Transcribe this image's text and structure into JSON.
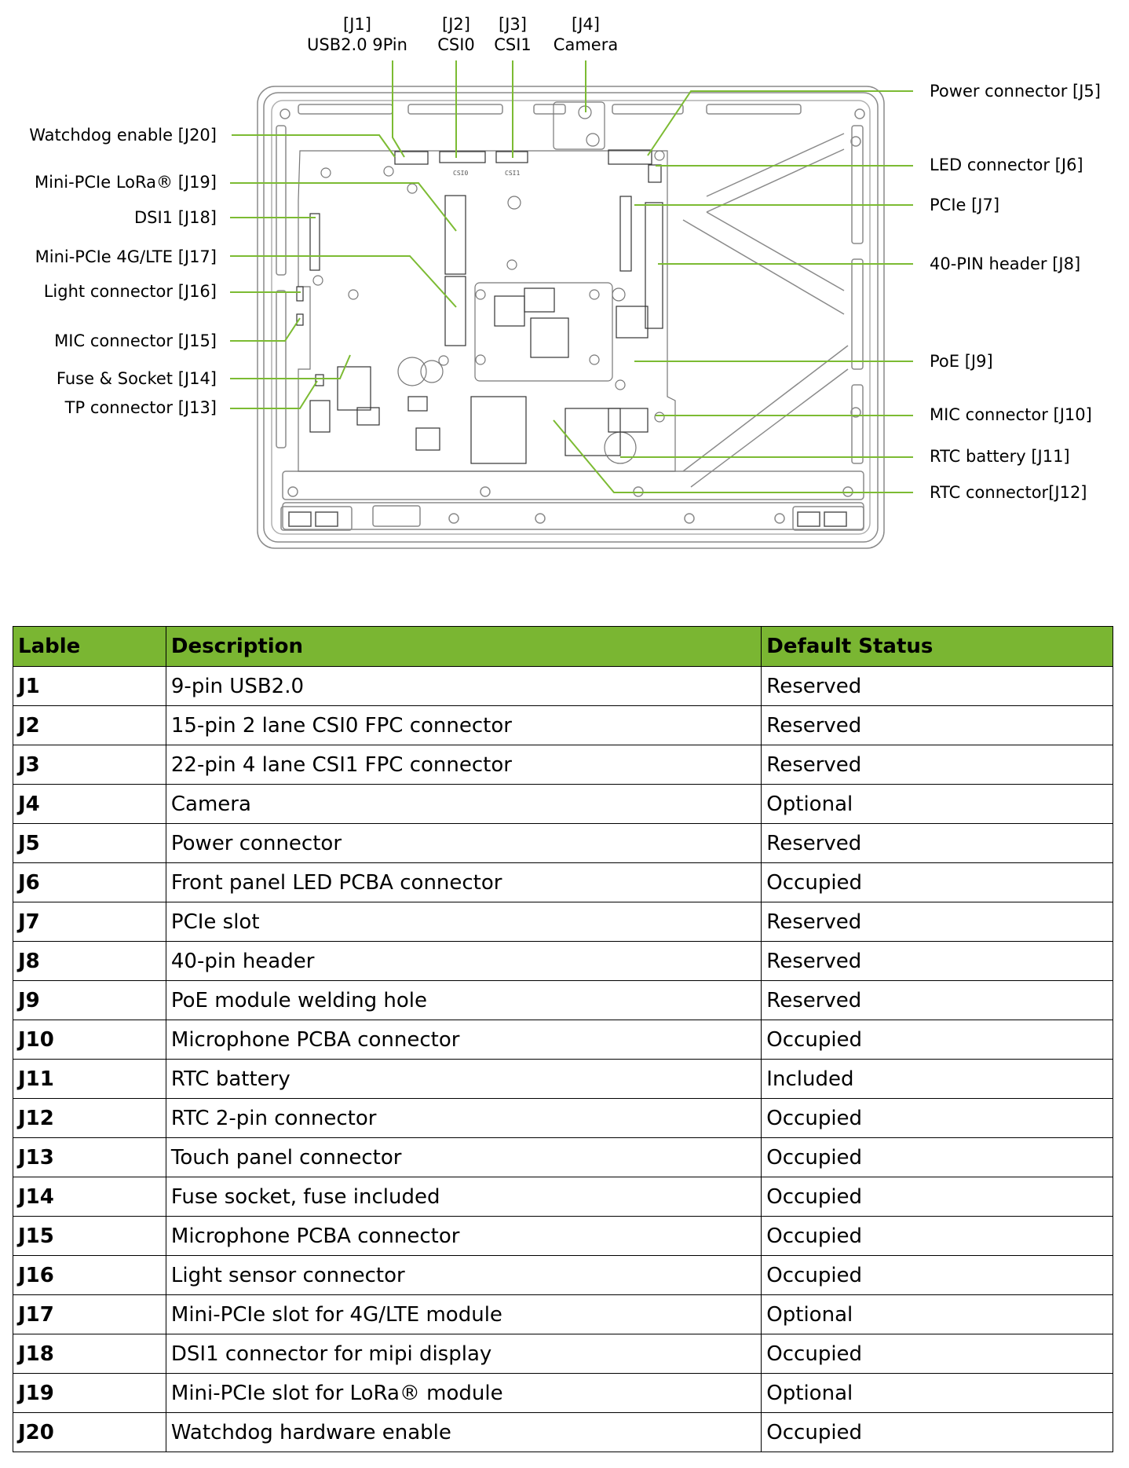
{
  "top_labels": [
    {
      "id": "[J1]",
      "name": "USB2.0 9Pin"
    },
    {
      "id": "[J2]",
      "name": "CSI0"
    },
    {
      "id": "[J3]",
      "name": "CSI1"
    },
    {
      "id": "[J4]",
      "name": "Camera"
    }
  ],
  "left_labels": [
    "Watchdog enable [J20]",
    "Mini-PCIe LoRa® [J19]",
    "DSI1 [J18]",
    "Mini-PCIe 4G/LTE [J17]",
    "Light connector [J16]",
    "MIC connector [J15]",
    "Fuse & Socket [J14]",
    "TP connector [J13]"
  ],
  "right_labels": [
    "Power connector [J5]",
    "LED connector [J6]",
    "PCIe [J7]",
    "40-PIN header [J8]",
    "PoE [J9]",
    "MIC connector [J10]",
    "RTC battery [J11]",
    "RTC connector[J12]"
  ],
  "board_silkscreen": {
    "csi0": "CSI0",
    "csi1": "CSI1"
  },
  "table": {
    "headers": [
      "Lable",
      "Description",
      "Default Status"
    ],
    "rows": [
      {
        "label": "J1",
        "description": "9-pin USB2.0",
        "status": "Reserved"
      },
      {
        "label": "J2",
        "description": "15-pin 2 lane CSI0 FPC connector",
        "status": "Reserved"
      },
      {
        "label": "J3",
        "description": "22-pin 4 lane CSI1 FPC connector",
        "status": "Reserved"
      },
      {
        "label": "J4",
        "description": "Camera",
        "status": "Optional"
      },
      {
        "label": "J5",
        "description": "Power connector",
        "status": "Reserved"
      },
      {
        "label": "J6",
        "description": "Front panel LED PCBA connector",
        "status": "Occupied"
      },
      {
        "label": "J7",
        "description": "PCIe slot",
        "status": "Reserved"
      },
      {
        "label": "J8",
        "description": "40-pin header",
        "status": "Reserved"
      },
      {
        "label": "J9",
        "description": "PoE module welding hole",
        "status": "Reserved"
      },
      {
        "label": "J10",
        "description": "Microphone PCBA connector",
        "status": "Occupied"
      },
      {
        "label": "J11",
        "description": "RTC battery",
        "status": "Included"
      },
      {
        "label": "J12",
        "description": "RTC 2-pin connector",
        "status": "Occupied"
      },
      {
        "label": "J13",
        "description": "Touch panel connector",
        "status": "Occupied"
      },
      {
        "label": "J14",
        "description": "Fuse socket, fuse included",
        "status": "Occupied"
      },
      {
        "label": "J15",
        "description": "Microphone PCBA connector",
        "status": "Occupied"
      },
      {
        "label": "J16",
        "description": "Light sensor connector",
        "status": "Occupied"
      },
      {
        "label": "J17",
        "description": "Mini-PCIe slot for 4G/LTE module",
        "status": "Optional"
      },
      {
        "label": "J18",
        "description": "DSI1 connector for mipi display",
        "status": "Occupied"
      },
      {
        "label": "J19",
        "description": "Mini-PCIe slot for LoRa® module",
        "status": "Optional"
      },
      {
        "label": "J20",
        "description": "Watchdog hardware enable",
        "status": "Occupied"
      }
    ]
  },
  "colors": {
    "accent_green": "#7cbb33",
    "header_green": "#7ab632"
  }
}
